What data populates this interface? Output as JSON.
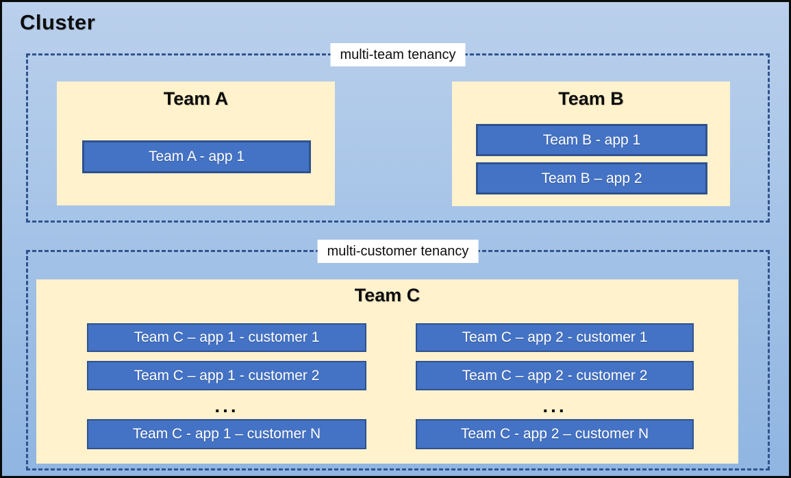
{
  "diagram": {
    "cluster_title": "Cluster",
    "sections": {
      "multi_team": {
        "label": "multi-team tenancy"
      },
      "multi_customer": {
        "label": "multi-customer tenancy"
      }
    },
    "team_a": {
      "title": "Team A",
      "apps": [
        "Team A - app 1"
      ]
    },
    "team_b": {
      "title": "Team B",
      "apps": [
        "Team B - app 1",
        "Team B – app 2"
      ]
    },
    "team_c": {
      "title": "Team C",
      "col1": {
        "rows": [
          "Team C – app 1 - customer 1",
          "Team C – app 1 - customer 2"
        ],
        "ellipsis": "...",
        "row_n": "Team C - app 1 – customer N"
      },
      "col2": {
        "rows": [
          "Team C – app 2 - customer 1",
          "Team C – app 2 - customer 2"
        ],
        "ellipsis": "...",
        "row_n": "Team C - app 2 – customer N"
      }
    },
    "colors": {
      "background_top": "#BAD0EC",
      "background_bottom": "#8FB5E1",
      "team_box_fill": "#FFF2CC",
      "app_box_fill": "#4472C4",
      "app_box_border": "#2F528F",
      "dashed_border": "#30538F",
      "outer_border": "#0A0A0A",
      "label_bg": "#FFFFFF",
      "text_dark": "#0D0D0D",
      "text_light": "#FFFFFF"
    }
  }
}
